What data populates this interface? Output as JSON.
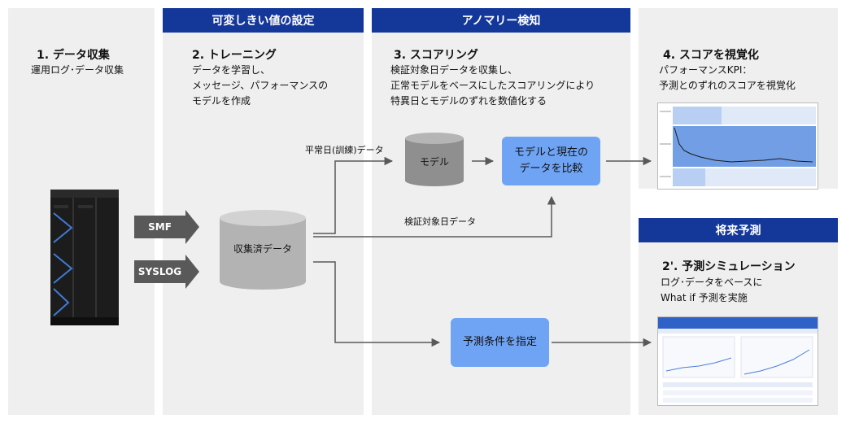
{
  "headers": {
    "threshold": "可変しきい値の設定",
    "anomaly": "アノマリー検知",
    "forecast": "将来予測"
  },
  "steps": {
    "s1": {
      "title": "1. データ収集",
      "desc": "運用ログ･データ収集"
    },
    "s2": {
      "title": "2. トレーニング",
      "desc": "データを学習し、\nメッセージ、パフォーマンスの\nモデルを作成"
    },
    "s3": {
      "title": "3. スコアリング",
      "desc": "検証対象日データを収集し、\n正常モデルをベースにしたスコアリングにより\n特異日とモデルのずれを数値化する"
    },
    "s4": {
      "title": "4. スコアを視覚化",
      "desc": "パフォーマンスKPI：\n予測とのずれのスコアを視覚化"
    },
    "s2b": {
      "title": "2'. 予測シミュレーション",
      "desc": "ログ･データをベースに\nWhat if 予測を実施"
    }
  },
  "inputs": {
    "smf": "SMF",
    "syslog": "SYSLOG"
  },
  "nodes": {
    "collected": "収集済データ",
    "model": "モデル",
    "compare": "モデルと現在の\nデータを比較",
    "predict": "予測条件を指定"
  },
  "edge_labels": {
    "training": "平常日(訓練)データ",
    "verify": "検証対象日データ"
  },
  "colors": {
    "header": "#14379a",
    "box": "#6fa4f5",
    "panel": "#efefef",
    "arrow": "#595959",
    "cylinder": "#b3b3b3"
  }
}
